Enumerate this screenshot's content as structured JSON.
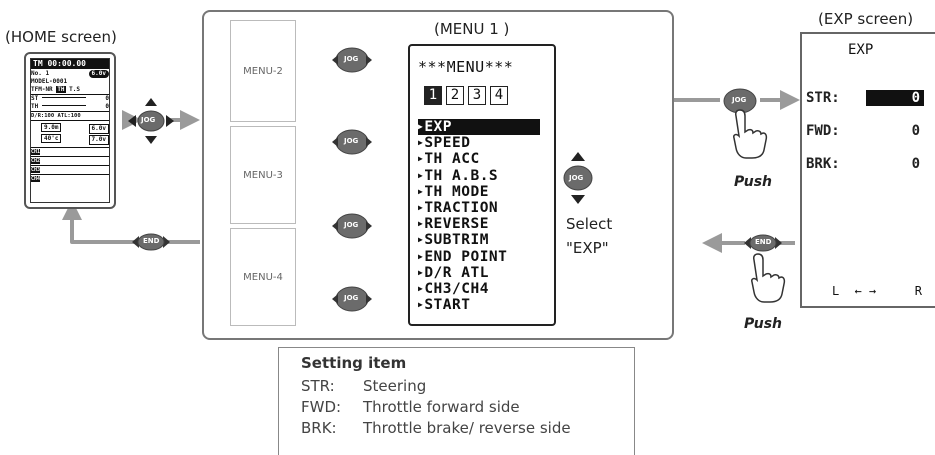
{
  "home": {
    "caption": "(HOME screen)",
    "line1": "TM 00:00.00",
    "line2_left": "No. 1",
    "line2_badge": "6.0v",
    "line3": "MODEL-0001",
    "line4_left": "TFM-NR",
    "line4_badge": "TH",
    "line4_right": "T.S",
    "line5_left": "ST",
    "line5_right": "0",
    "line6_left": "TH",
    "line6_right": "0",
    "line7": "D/R:100  ATL:100",
    "line8_left": "9.0m",
    "line8_right": "6.0v",
    "line9_left": "40'c",
    "line9_right": "7.0v",
    "bars": [
      "CH1",
      "CH2",
      "CH3",
      "CH4"
    ]
  },
  "menu1": {
    "caption": "(MENU 1 )",
    "header": "***MENU***",
    "pages": [
      "1",
      "2",
      "3",
      "4"
    ],
    "items": [
      "EXP",
      "SPEED",
      "TH ACC",
      "TH A.B.S",
      "TH MODE",
      "TRACTION",
      "REVERSE",
      "SUBTRIM",
      "END POINT",
      "D/R ATL",
      "CH3/CH4",
      "START"
    ]
  },
  "submenus": [
    "MENU-2",
    "MENU-3",
    "MENU-4"
  ],
  "buttons": {
    "jog": "JOG",
    "end": "END"
  },
  "select_label": [
    "Select",
    "\"EXP\""
  ],
  "push_label": "Push",
  "exp": {
    "caption": "(EXP screen)",
    "title": "EXP",
    "rows": [
      {
        "label": "STR:",
        "value": "0"
      },
      {
        "label": "FWD:",
        "value": "0"
      },
      {
        "label": "BRK:",
        "value": "0"
      }
    ],
    "axis_left": "L",
    "axis_arrows": "← →",
    "axis_right": "R"
  },
  "settings": {
    "title": "Setting item",
    "rows": [
      {
        "key": "STR:",
        "desc": "Steering"
      },
      {
        "key": "FWD:",
        "desc": "Throttle forward side"
      },
      {
        "key": "BRK:",
        "desc": "Throttle brake/ reverse side"
      }
    ]
  },
  "colors": {
    "arrow": "#9a9a9a",
    "button": "#6b6b6b",
    "lcd_dark": "#111111",
    "frame": "#777777"
  }
}
